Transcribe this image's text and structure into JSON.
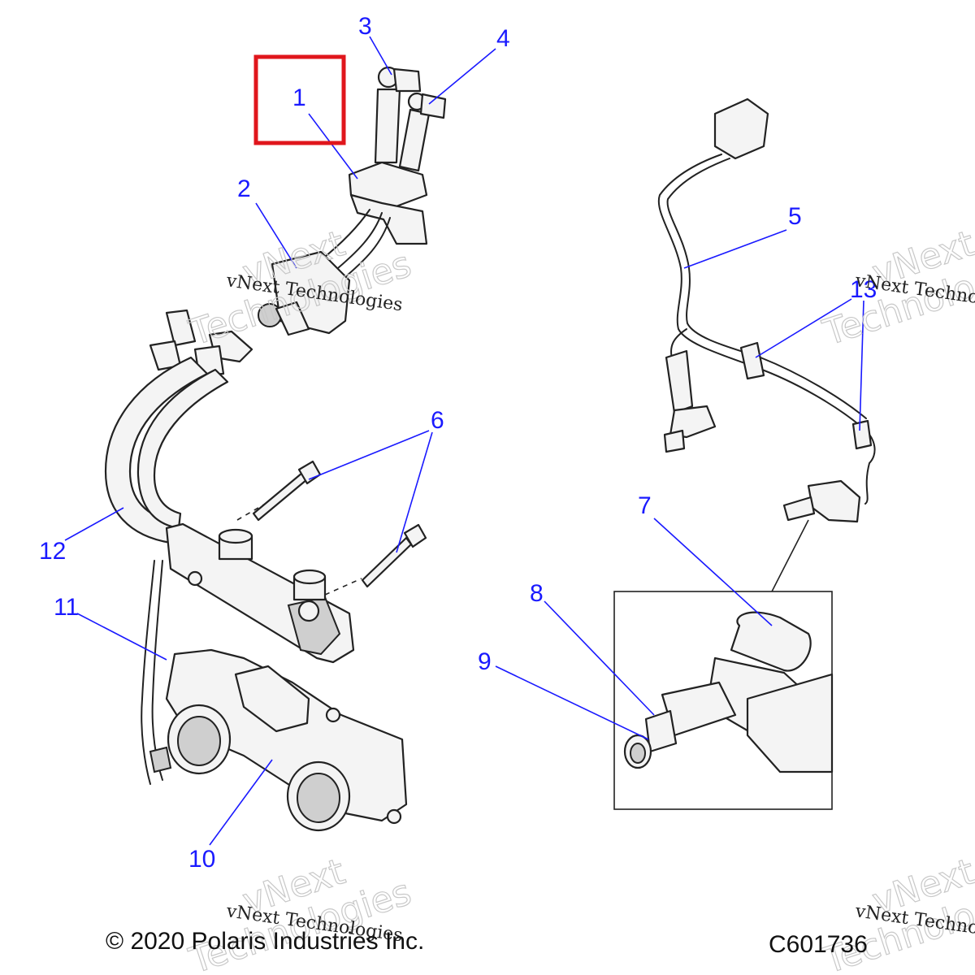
{
  "callouts": [
    {
      "id": "c1",
      "label": "1"
    },
    {
      "id": "c2",
      "label": "2"
    },
    {
      "id": "c3",
      "label": "3"
    },
    {
      "id": "c4",
      "label": "4"
    },
    {
      "id": "c5",
      "label": "5"
    },
    {
      "id": "c6",
      "label": "6"
    },
    {
      "id": "c7",
      "label": "7"
    },
    {
      "id": "c8",
      "label": "8"
    },
    {
      "id": "c9",
      "label": "9"
    },
    {
      "id": "c10",
      "label": "10"
    },
    {
      "id": "c11",
      "label": "11"
    },
    {
      "id": "c12",
      "label": "12"
    },
    {
      "id": "c13",
      "label": "13"
    }
  ],
  "watermark": {
    "brand": "vNext Technologies",
    "brand_word1": "vNext",
    "brand_word2": "Technologies"
  },
  "footer": {
    "copyright": "© 2020 Polaris Industries Inc.",
    "drawing_number": "C601736"
  },
  "colors": {
    "callout": "#1a1aff",
    "highlight_box": "#e0161c",
    "line": "#222222"
  }
}
